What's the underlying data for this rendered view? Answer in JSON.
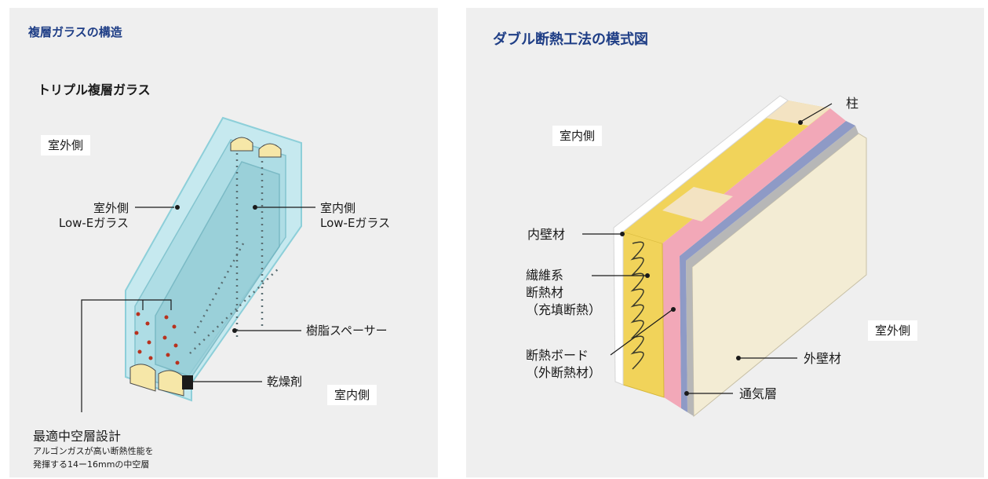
{
  "left_panel": {
    "title": "複層ガラスの構造",
    "subtitle": "トリプル複層ガラス",
    "outdoor_tag": "室外側",
    "indoor_tag": "室内側",
    "outdoor_glass_label": "室外側\nLow-Eガラス",
    "indoor_glass_label": "室内側\nLow-Eガラス",
    "spacer_label": "樹脂スペーサー",
    "desiccant_label": "乾燥剤",
    "optimal_gap_title": "最適中空層設計",
    "optimal_gap_desc": "アルゴンガスが高い断熱性能を\n発揮する14ー16mmの中空層"
  },
  "right_panel": {
    "title": "ダブル断熱工法の模式図",
    "indoor_tag": "室内側",
    "outdoor_tag": "室外側",
    "pillar_label": "柱",
    "inner_wall_label": "内壁材",
    "fiber_insulation_label": "繊維系\n断熱材\n（充填断熱）",
    "board_insulation_label": "断熱ボード\n（外断熱材）",
    "outer_wall_label": "外壁材",
    "air_layer_label": "通気層"
  },
  "colors": {
    "title_blue": "#1f3e86",
    "panel_bg": "#efefef",
    "glass": "#bfe8ef",
    "glass_edge": "#7ccad6",
    "argon_dots": "#b8321e",
    "fiber_insulation": "#f1d35a",
    "board_insulation": "#f2a8b8",
    "air_layer": "#8e9ac6",
    "outer_wall": "#f3ecd4",
    "pillar": "#f3e3c2"
  }
}
